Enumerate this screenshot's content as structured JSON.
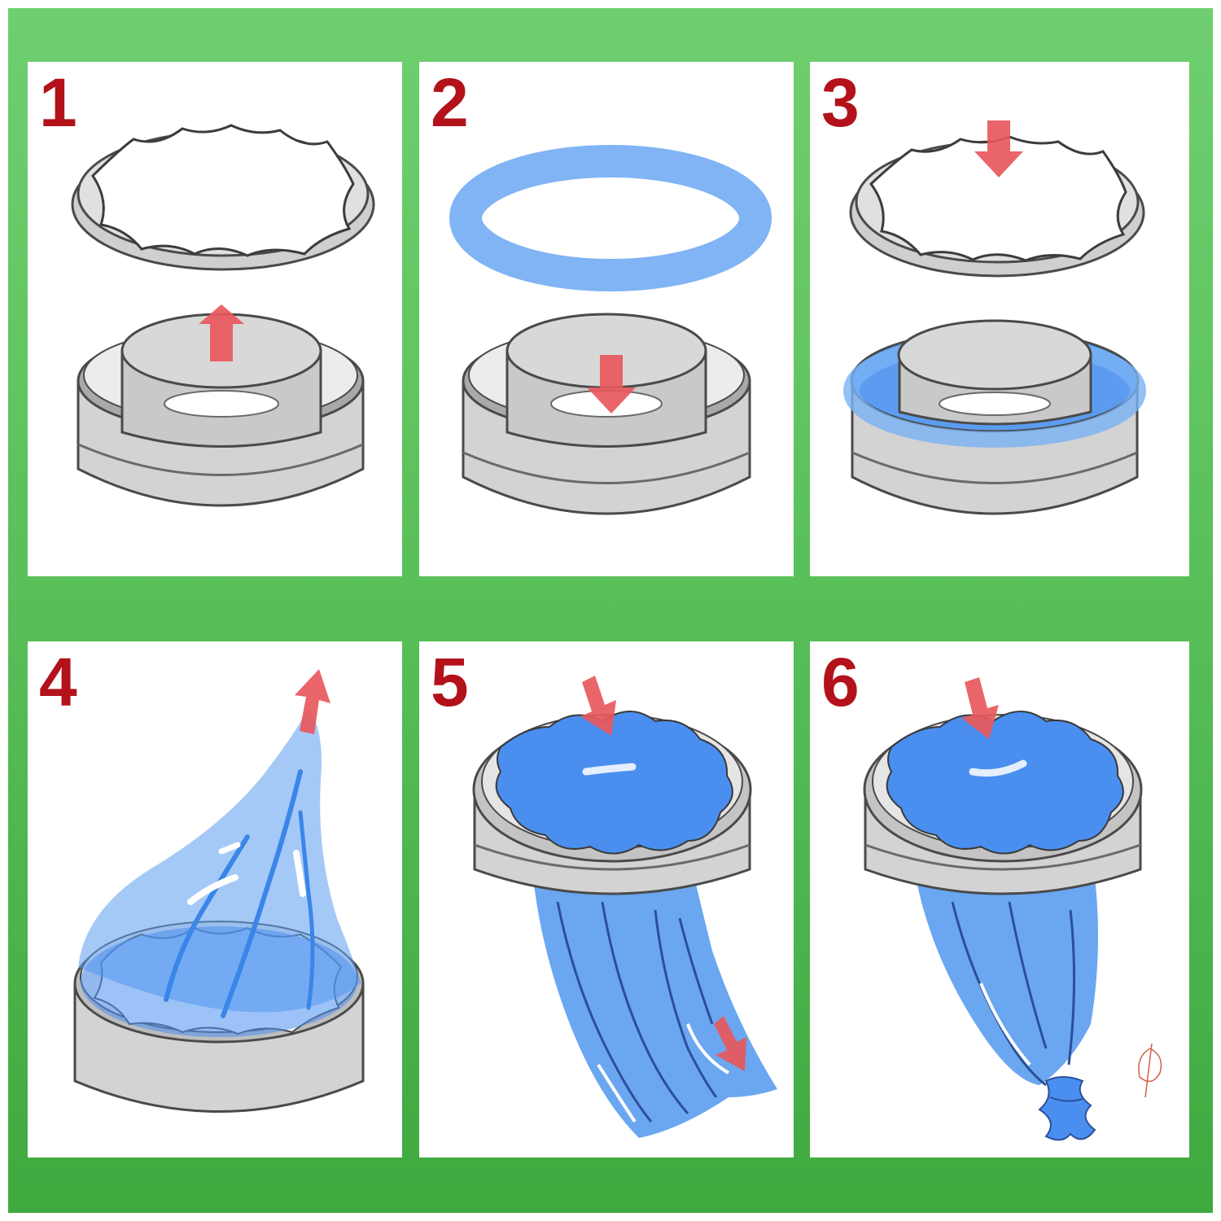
{
  "colors": {
    "frame_green": "#56bd56",
    "number_red": "#b3121a",
    "arrow_red": "#e8585c",
    "bag_blue": "#4a8ff0",
    "metal_grey": "#d6d6d6"
  },
  "steps": [
    {
      "number": "1",
      "action": "lift-lid",
      "arrow": "up-arrow-icon"
    },
    {
      "number": "2",
      "action": "insert-blue-ring",
      "arrow": "down-arrow-icon"
    },
    {
      "number": "3",
      "action": "press-lid-down",
      "arrow": "down-arrow-icon"
    },
    {
      "number": "4",
      "action": "pull-bag-up",
      "arrow": "up-arrow-icon"
    },
    {
      "number": "5",
      "action": "push-through",
      "arrow": "down-arrow-icon"
    },
    {
      "number": "6",
      "action": "tie-knot",
      "arrow": "down-arrow-icon"
    }
  ]
}
